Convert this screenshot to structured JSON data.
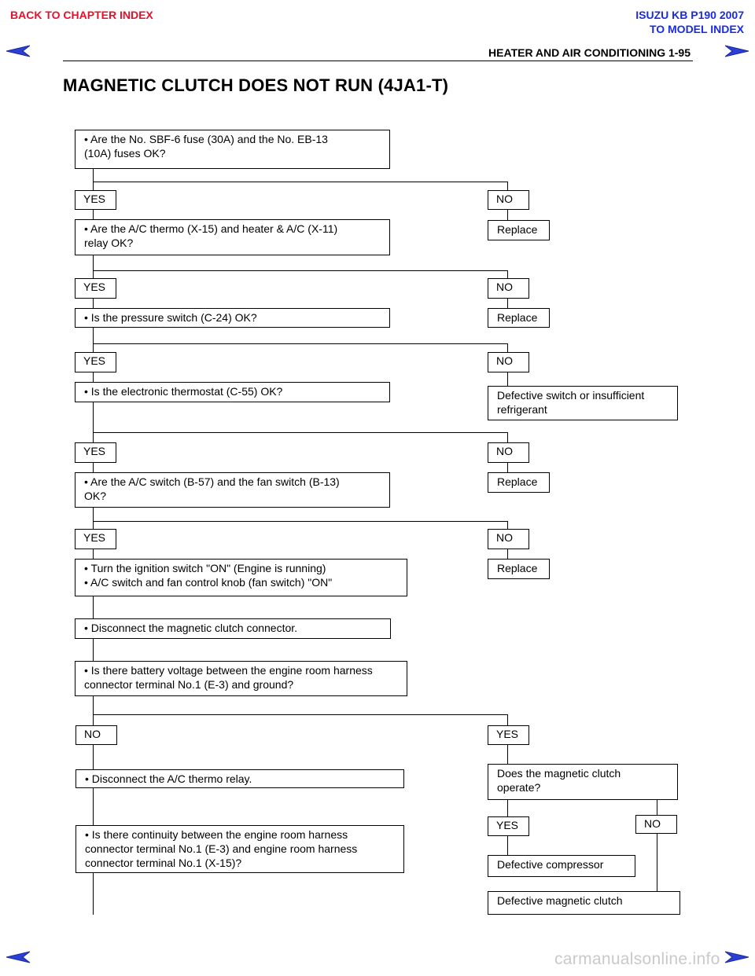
{
  "nav": {
    "back_chapter": "BACK TO CHAPTER INDEX",
    "model": "ISUZU KB P190 2007",
    "model_index": "TO MODEL INDEX"
  },
  "header": {
    "section": "HEATER AND AIR CONDITIONING  1-95"
  },
  "title": "MAGNETIC CLUTCH DOES NOT RUN (4JA1-T)",
  "flow": {
    "q1": {
      "line1": "Are the No. SBF-6 fuse (30A) and the No. EB-13",
      "line2": "(10A) fuses OK?"
    },
    "q2": {
      "line1": "Are the A/C thermo (X-15) and heater & A/C (X-11)",
      "line2": "relay OK?"
    },
    "q3": {
      "line1": "Is the pressure switch (C-24) OK?"
    },
    "q4": {
      "line1": "Is the electronic thermostat (C-55) OK?"
    },
    "q5": {
      "line1": "Are the A/C switch (B-57) and the fan switch (B-13)",
      "line2": "OK?"
    },
    "q6": {
      "line1": "Turn the ignition switch \"ON\" (Engine is running)",
      "line2": "A/C switch and fan control knob (fan switch) \"ON\""
    },
    "q7": {
      "line1": "Disconnect the magnetic clutch connector."
    },
    "q8": {
      "line1": "Is there battery voltage between the engine room harness",
      "line2": "connector terminal No.1 (E-3) and ground?"
    },
    "q9": {
      "line1": "Disconnect the A/C thermo relay."
    },
    "q10": {
      "line1": "Is there continuity between the engine room harness",
      "line2": "connector terminal No.1 (E-3) and engine room harness",
      "line3": "connector terminal No.1 (X-15)?"
    },
    "q11": {
      "line1": "Does the magnetic clutch",
      "line2": "operate?"
    },
    "yes": "YES",
    "no": "NO",
    "replace": "Replace",
    "defective_switch": {
      "line1": "Defective switch or insufficient",
      "line2": "refrigerant"
    },
    "defective_compressor": "Defective compressor",
    "defective_clutch": "Defective magnetic clutch",
    "bullet": "•"
  },
  "watermark": "carmanualsonline.info",
  "colors": {
    "back_link": "#e8102a",
    "model_link": "#1a2be0",
    "arrow": "#2a3fd6"
  },
  "icons": {
    "prev": "arrow-left-icon",
    "next": "arrow-right-icon"
  }
}
